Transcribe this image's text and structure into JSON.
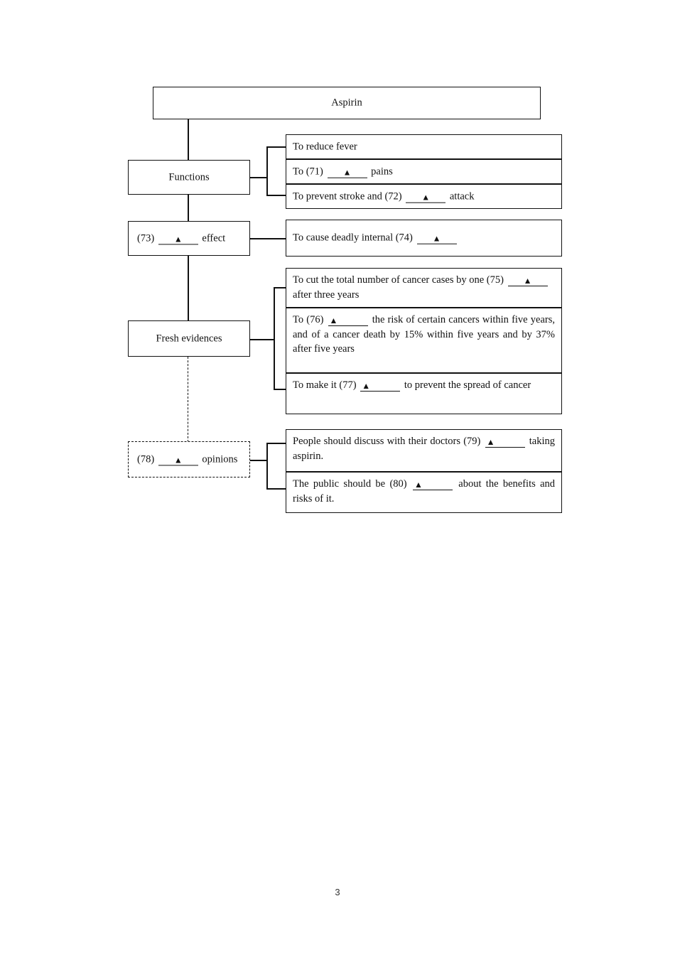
{
  "document": {
    "page_number": "3",
    "title_box": "Aspirin"
  },
  "blank_marker": "▲",
  "branches": [
    {
      "label": "Functions",
      "label_prefix": "",
      "label_blank": "",
      "label_suffix": "",
      "items": [
        {
          "parts": [
            {
              "t": "text",
              "v": "To reduce fever"
            }
          ]
        },
        {
          "parts": [
            {
              "t": "text",
              "v": "To (71) "
            },
            {
              "t": "blank",
              "v": "▲"
            },
            {
              "t": "text",
              "v": " pains"
            }
          ]
        },
        {
          "parts": [
            {
              "t": "text",
              "v": "To prevent stroke and (72) "
            },
            {
              "t": "blank",
              "v": "▲"
            },
            {
              "t": "text",
              "v": " attack"
            }
          ]
        }
      ]
    },
    {
      "label": "",
      "label_prefix": "(73) ",
      "label_blank": "▲",
      "label_suffix": " effect",
      "items": [
        {
          "parts": [
            {
              "t": "text",
              "v": "To cause deadly internal (74) "
            },
            {
              "t": "blank",
              "v": "▲"
            }
          ]
        }
      ]
    },
    {
      "label": "Fresh evidences",
      "label_prefix": "",
      "label_blank": "",
      "label_suffix": "",
      "items": [
        {
          "parts": [
            {
              "t": "text",
              "v": "To cut the total number of cancer cases by one (75) "
            },
            {
              "t": "blank",
              "v": "▲"
            },
            {
              "t": "text",
              "v": " after three years"
            }
          ]
        },
        {
          "parts": [
            {
              "t": "text",
              "v": "To (76) "
            },
            {
              "t": "blank",
              "v": "▲"
            },
            {
              "t": "text",
              "v": " the risk of certain cancers within five years, and of a cancer death by 15% within five years and by 37% after five years"
            }
          ]
        },
        {
          "parts": [
            {
              "t": "text",
              "v": "To make it (77) "
            },
            {
              "t": "blank",
              "v": "▲"
            },
            {
              "t": "text",
              "v": " to prevent the spread of cancer"
            }
          ]
        }
      ]
    },
    {
      "label": "",
      "label_prefix": "(78) ",
      "label_blank": "▲",
      "label_suffix": " opinions",
      "items": [
        {
          "parts": [
            {
              "t": "text",
              "v": "People should discuss with their doctors (79) "
            },
            {
              "t": "blank",
              "v": "▲"
            },
            {
              "t": "text",
              "v": " taking aspirin."
            }
          ]
        },
        {
          "parts": [
            {
              "t": "text",
              "v": "The public should be (80) "
            },
            {
              "t": "blank",
              "v": "▲"
            },
            {
              "t": "text",
              "v": " about the benefits and risks of it."
            }
          ]
        }
      ]
    }
  ]
}
